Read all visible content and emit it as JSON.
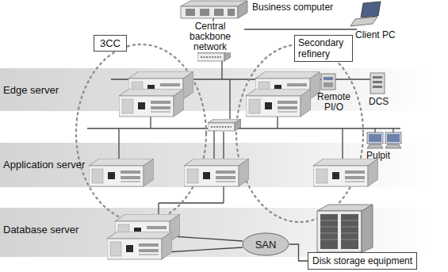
{
  "diagram": {
    "nodes": [
      {
        "text": [
          "3CC"
        ]
      },
      {
        "text": [
          "Secondary refinery"
        ]
      },
      {
        "text": [
          "Edge server"
        ]
      },
      {
        "text": [
          "Application server"
        ]
      },
      {
        "text": [
          "Database server"
        ]
      },
      {
        "text": [
          "SAN"
        ]
      },
      {
        "text": [
          "Disk storage equipment"
        ]
      }
    ],
    "edges": [
      {
        "from": 5,
        "to": 6,
        "arrow": "none"
      }
    ],
    "labels": [
      "Business computer",
      "Central backbone network",
      "Client PC",
      "Remote PI/O",
      "DCS",
      "Pulpit"
    ]
  }
}
